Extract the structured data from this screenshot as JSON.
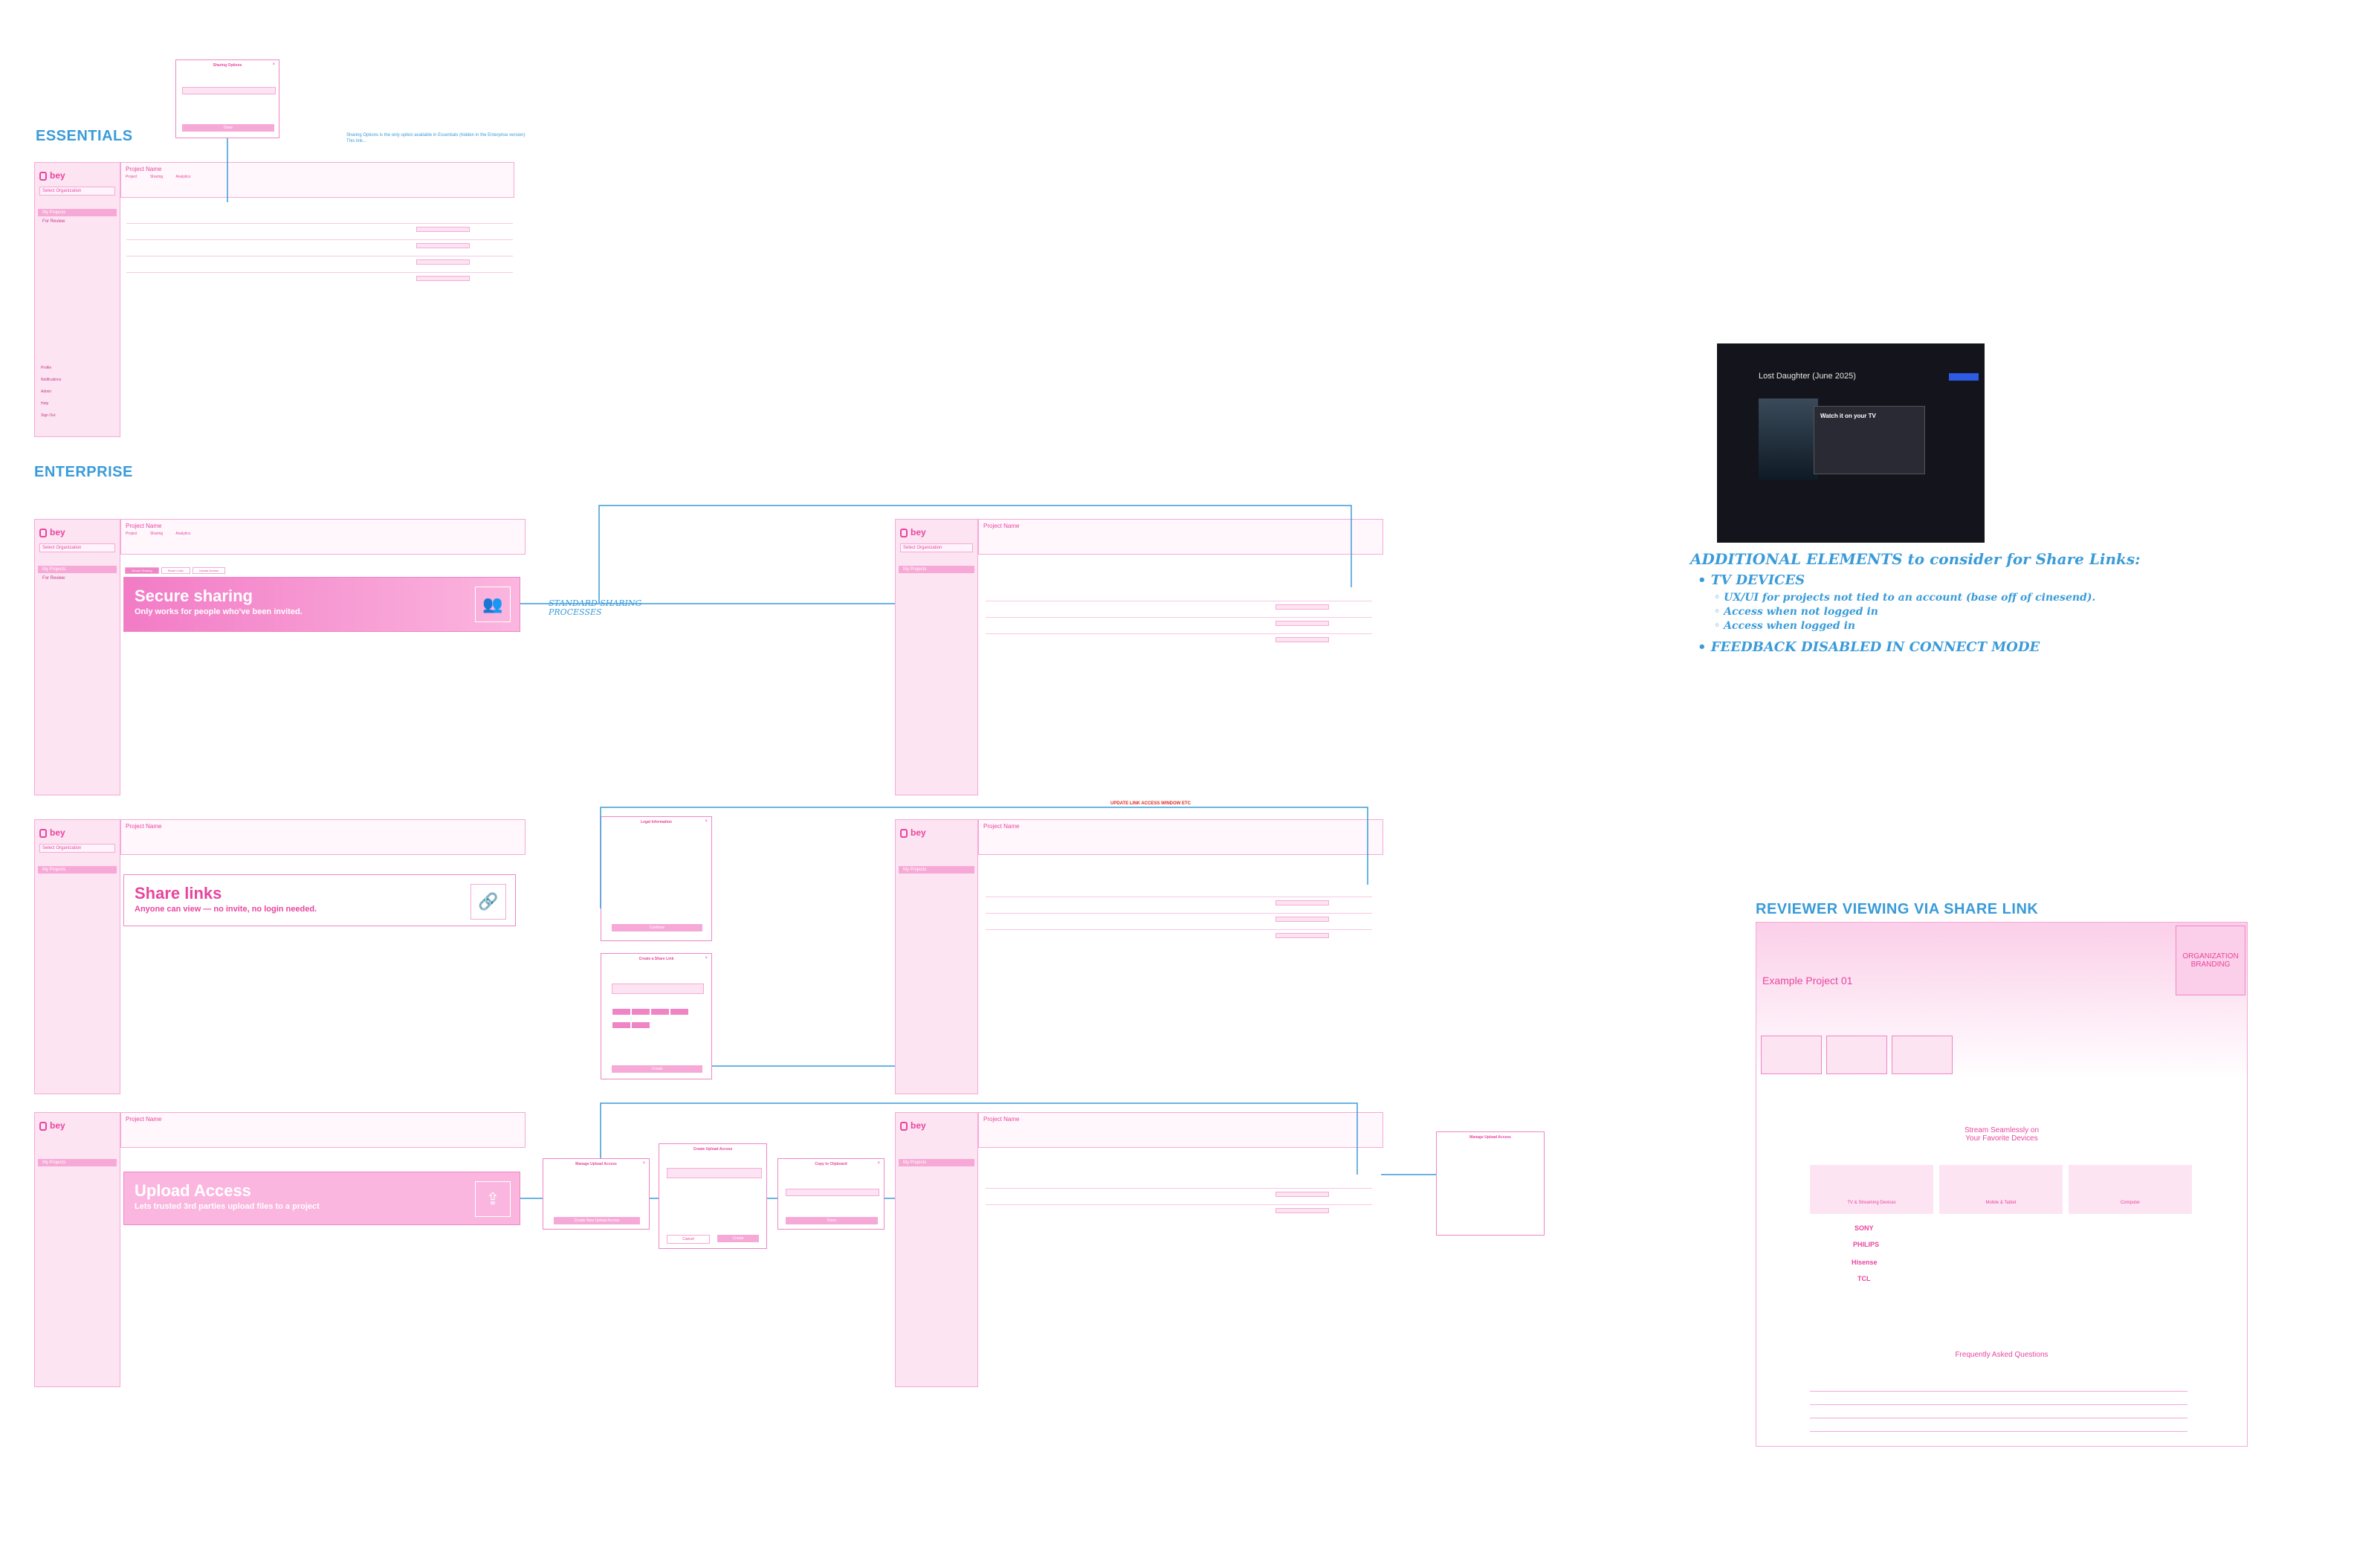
{
  "sections": {
    "essentials": "ESSENTIALS",
    "enterprise": "ENTERPRISE",
    "reviewer": "REVIEWER VIEWING VIA SHARE LINK"
  },
  "app": {
    "logo": "bey",
    "org_select": "Select Organization",
    "nav": {
      "my_projects": "My Projects",
      "for_review": "For Review"
    },
    "footer": [
      "Profile",
      "Notifications",
      "Admin",
      "Help",
      "Sign Out"
    ],
    "project_title": "Project Name",
    "tabs": [
      "Project",
      "Sharing",
      "Analytics"
    ],
    "subtabs": [
      "Secure Sharing",
      "Share Links",
      "Upload Access"
    ]
  },
  "banners": {
    "secure": {
      "title": "Secure sharing",
      "subtitle": "Only works for people who've been invited."
    },
    "links": {
      "title": "Share links",
      "subtitle": "Anyone can view — no invite, no login needed."
    },
    "upload": {
      "title": "Upload Access",
      "subtitle": "Lets trusted 3rd parties upload files to a project"
    }
  },
  "annotations": {
    "standard_sharing": "STANDARD SHARING\nPROCESSES",
    "update_link": "UPDATE LINK ACCESS WINDOW ETC",
    "essentials_note": "Sharing Options is the only option available in Essentials (hidden in the Enterprise version)\nThis link...",
    "additional_title": "ADDITIONAL ELEMENTS to consider for Share Links:",
    "additional_items": [
      "• TV DEVICES",
      "◦ UX/UI for projects not tied to an account (base off of cinesend).",
      "◦ Access when not logged in",
      "◦ Access when logged in",
      "• FEEDBACK DISABLED IN CONNECT MODE"
    ]
  },
  "modals": {
    "sharing_options": {
      "title": "Sharing Options",
      "button": "Done"
    },
    "legal": {
      "title": "Legal Information",
      "button": "Continue"
    },
    "create_share_link": {
      "title": "Create a Share Link",
      "button": "Create"
    },
    "manage_upload": {
      "title": "Manage Upload Access",
      "button": "Create New Upload Access"
    },
    "create_upload": {
      "title": "Create Upload Access",
      "cancel": "Cancel",
      "create": "Create"
    },
    "copy_clipboard": {
      "title": "Copy to Clipboard",
      "button": "Done"
    }
  },
  "tv_preview": {
    "movie_title": "Lost Daughter (June 2025)",
    "dialog_title": "Watch it on your TV"
  },
  "reviewer": {
    "project_title": "Example Project 01",
    "branding": "ORGANIZATION\nBRANDING",
    "stream_title": "Stream Seamlessly on\nYour Favorite Devices",
    "devices": [
      "TV & Streaming Devices",
      "Mobile & Tablet",
      "Computer"
    ],
    "brands": [
      "SONY",
      "PHILIPS",
      "Hisense",
      "TCL"
    ],
    "faq_title": "Frequently Asked Questions"
  },
  "colors": {
    "pink": "#e8459e",
    "pink_light": "#fde4f3",
    "blue": "#3a9bd9"
  }
}
